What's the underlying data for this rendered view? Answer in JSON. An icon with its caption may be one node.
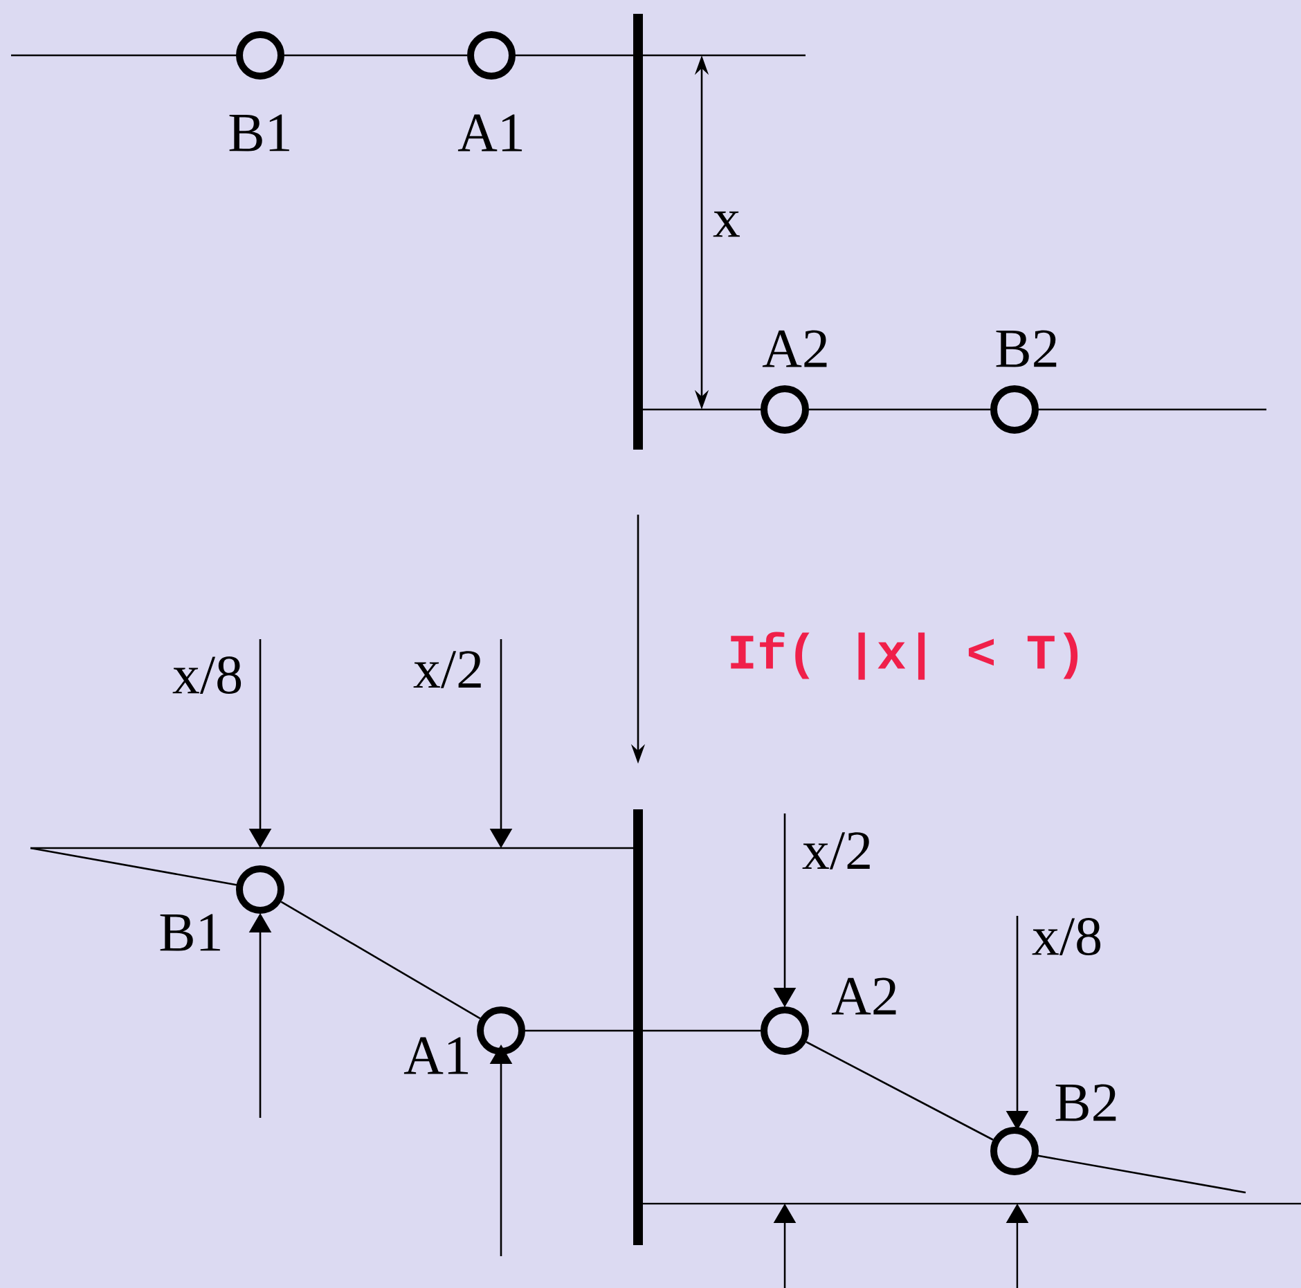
{
  "diagram": {
    "nodes": [
      {
        "text": [],
        "shape": "circle",
        "beside": [
          "B1"
        ]
      },
      {
        "text": [],
        "shape": "circle",
        "beside": [
          "A1"
        ]
      },
      {
        "text": [],
        "shape": "circle",
        "beside": [
          "A2"
        ]
      },
      {
        "text": [],
        "shape": "circle",
        "beside": [
          "B2"
        ]
      },
      {
        "text": [],
        "shape": "circle",
        "beside": [
          "B1"
        ]
      },
      {
        "text": [],
        "shape": "circle",
        "beside": [
          "A1"
        ]
      },
      {
        "text": [],
        "shape": "circle",
        "beside": [
          "A2"
        ]
      },
      {
        "text": [],
        "shape": "circle",
        "beside": [
          "B2"
        ]
      }
    ],
    "edges": [
      {
        "from": 0,
        "to": 1,
        "arrow": "none"
      },
      {
        "from": 2,
        "to": 3,
        "arrow": "none"
      },
      {
        "from": 4,
        "to": 5,
        "arrow": "none"
      },
      {
        "from": 5,
        "to": 6,
        "arrow": "none"
      },
      {
        "from": 6,
        "to": 7,
        "arrow": "none"
      }
    ],
    "labels": [
      "x",
      "x/8",
      "x/2",
      "If( |x| < T)",
      "x/2",
      "x/8"
    ]
  }
}
